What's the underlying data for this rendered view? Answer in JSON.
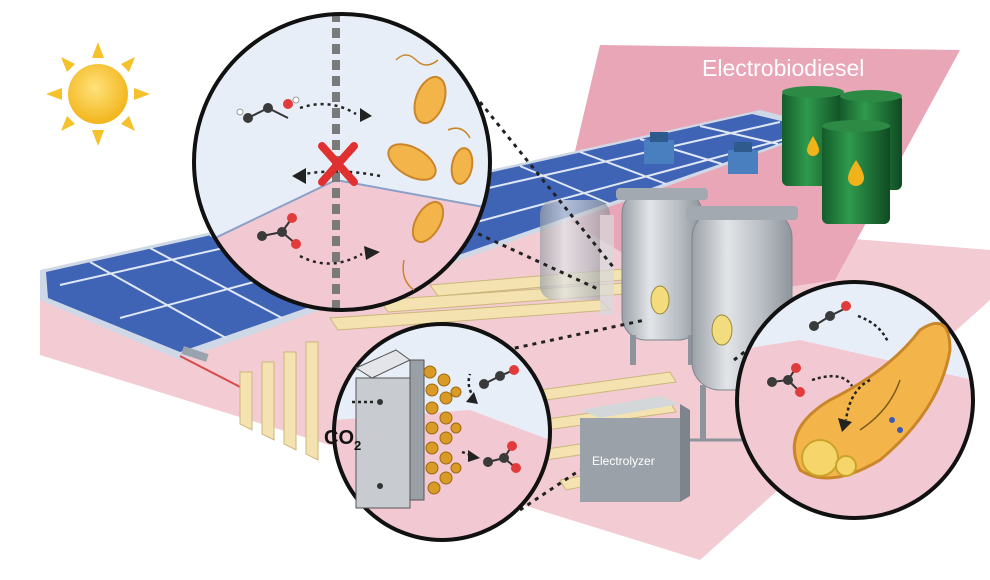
{
  "labels": {
    "product": "Electrobiodiesel",
    "co2_main": "CO",
    "co2_sub": "2",
    "electrolyzer": "Electrolyzer"
  },
  "colors": {
    "background": "#ffffff",
    "pink_band": "#f0c2cc",
    "pink_arrow": "#e9a6b6",
    "light_blue": "#e7eef7",
    "panel_blue": "#3f63b5",
    "panel_frame": "#c8d3e3",
    "sun": "#f6c12a",
    "barrel_green": "#1f7d3a",
    "drop_gold": "#f2b21a",
    "bacteria_orange": "#f3b54a",
    "stack_cream": "#f4e3b0",
    "steel": "#b9bec4",
    "red_cross": "#e03030",
    "oxygen_red": "#e23b3b",
    "carbon_dark": "#3a3a3a"
  },
  "icons": [
    "sun-icon",
    "solar-panel-array",
    "fuel-barrel-icon",
    "bioreactor-icon",
    "electrolyzer-box",
    "bacterium-icon",
    "ethanol-molecule",
    "acetate-molecule",
    "block-cross-icon",
    "gas-diffusion-electrode"
  ]
}
